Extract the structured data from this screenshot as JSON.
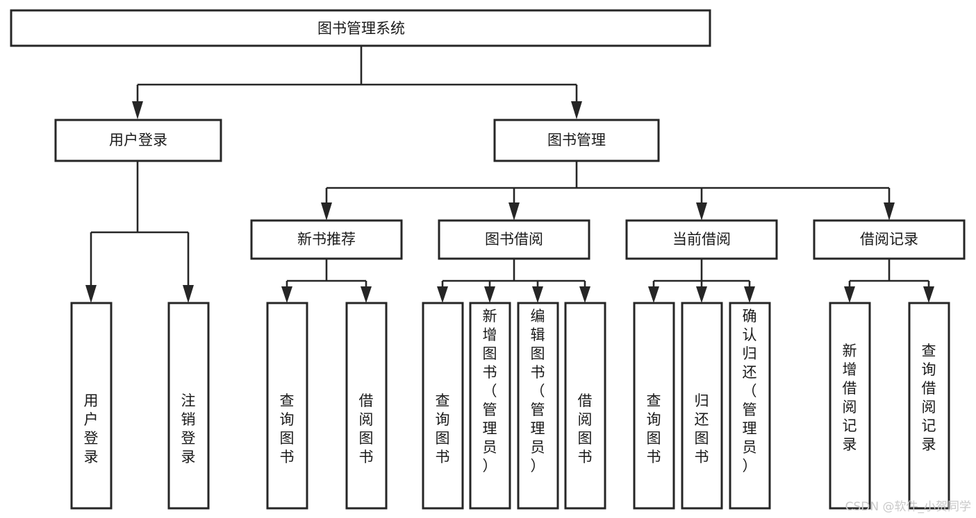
{
  "diagram": {
    "title": "图书管理系统",
    "type": "tree-hierarchy-chart",
    "watermark": "CSDN @软件_小贺同学",
    "root": {
      "label": "图书管理系统",
      "orientation": "horizontal"
    },
    "level2": [
      {
        "id": "user-login",
        "label": "用户登录",
        "orientation": "horizontal"
      },
      {
        "id": "book-manage",
        "label": "图书管理",
        "orientation": "horizontal"
      }
    ],
    "level3": [
      {
        "id": "new-book-recommend",
        "label": "新书推荐",
        "orientation": "horizontal",
        "parent": "book-manage"
      },
      {
        "id": "book-borrow",
        "label": "图书借阅",
        "orientation": "horizontal",
        "parent": "book-manage"
      },
      {
        "id": "current-borrow",
        "label": "当前借阅",
        "orientation": "horizontal",
        "parent": "book-manage"
      },
      {
        "id": "borrow-record",
        "label": "借阅记录",
        "orientation": "horizontal",
        "parent": "book-manage"
      }
    ],
    "leaves": {
      "user-login": [
        {
          "id": "leaf-user-login",
          "label": "用户登录"
        },
        {
          "id": "leaf-user-logout",
          "label": "注销登录"
        }
      ],
      "new-book-recommend": [
        {
          "id": "leaf-query-book-1",
          "label": "查询图书"
        },
        {
          "id": "leaf-borrow-book-1",
          "label": "借阅图书"
        }
      ],
      "book-borrow": [
        {
          "id": "leaf-query-book-2",
          "label": "查询图书"
        },
        {
          "id": "leaf-add-book",
          "label": "新增图书（管理员）"
        },
        {
          "id": "leaf-edit-book",
          "label": "编辑图书（管理员）"
        },
        {
          "id": "leaf-borrow-book-2",
          "label": "借阅图书"
        }
      ],
      "current-borrow": [
        {
          "id": "leaf-query-book-3",
          "label": "查询图书"
        },
        {
          "id": "leaf-return-book",
          "label": "归还图书"
        },
        {
          "id": "leaf-confirm-return",
          "label": "确认归还（管理员）"
        }
      ],
      "borrow-record": [
        {
          "id": "leaf-add-record",
          "label": "新增借阅记录"
        },
        {
          "id": "leaf-query-record",
          "label": "查询借阅记录"
        }
      ]
    },
    "colors": {
      "box_border": "#262626",
      "box_fill": "#ffffff",
      "text": "#1a1a1a",
      "connector": "#262626",
      "watermark": "#c9c9c9",
      "background": "#ffffff"
    }
  }
}
